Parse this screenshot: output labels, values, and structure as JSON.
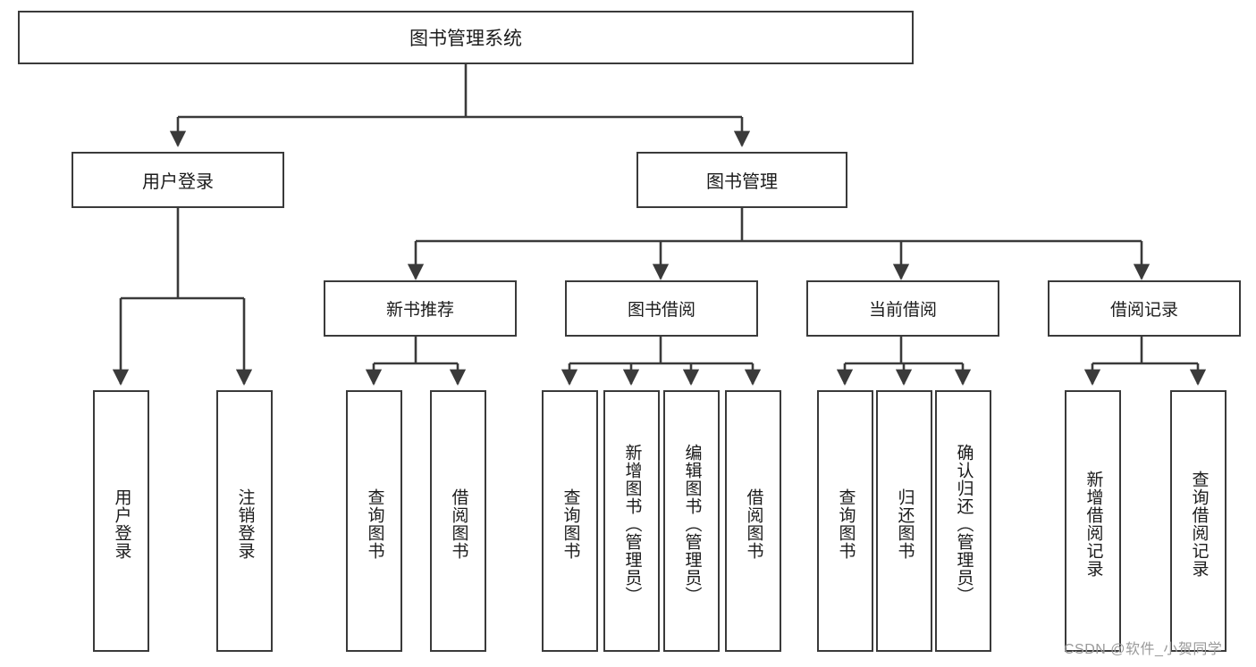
{
  "diagram": {
    "title": "图书管理系统",
    "type": "tree-hierarchy",
    "watermark": "CSDN @软件_小贺同学",
    "colors": {
      "border": "#3a3a3a",
      "background": "#ffffff",
      "text": "#1b1b1b",
      "watermark": "#9a9a9a"
    }
  },
  "nodes": {
    "root": {
      "label": "图书管理系统"
    },
    "level1": [
      {
        "label": "用户登录"
      },
      {
        "label": "图书管理"
      }
    ],
    "level2": [
      {
        "label": "新书推荐"
      },
      {
        "label": "图书借阅"
      },
      {
        "label": "当前借阅"
      },
      {
        "label": "借阅记录"
      }
    ],
    "leaves": {
      "user_login": [
        {
          "label": "用户登录"
        },
        {
          "label": "注销登录"
        }
      ],
      "new_book": [
        {
          "label": "查询图书"
        },
        {
          "label": "借阅图书"
        }
      ],
      "book_borrow": [
        {
          "label": "查询图书"
        },
        {
          "label": "新增图书（管理员）"
        },
        {
          "label": "编辑图书（管理员）"
        },
        {
          "label": "借阅图书"
        }
      ],
      "current_borrow": [
        {
          "label": "查询图书"
        },
        {
          "label": "归还图书"
        },
        {
          "label": "确认归还（管理员）"
        }
      ],
      "borrow_record": [
        {
          "label": "新增借阅记录"
        },
        {
          "label": "查询借阅记录"
        }
      ]
    }
  }
}
